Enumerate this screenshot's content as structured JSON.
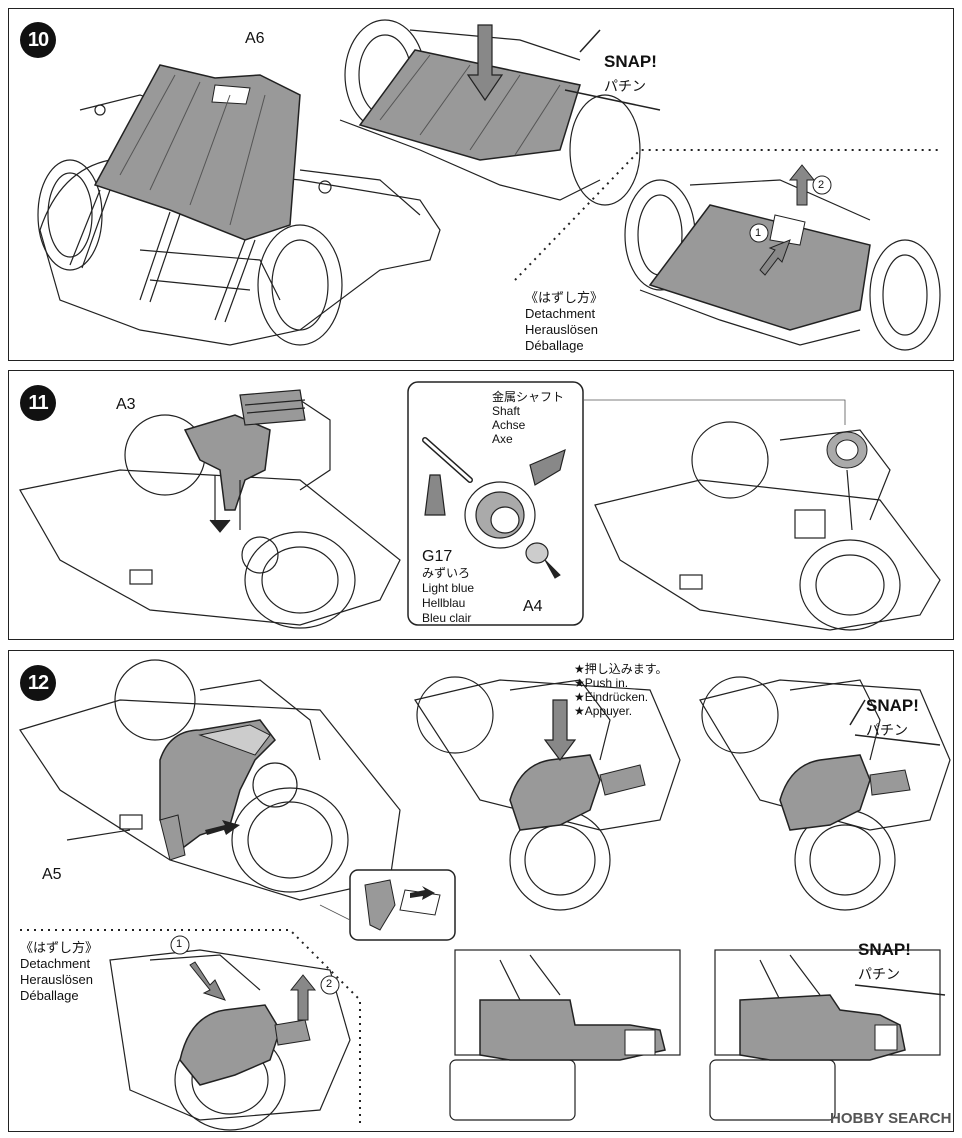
{
  "step10": {
    "number": "10",
    "part": "A6",
    "snap": "SNAP!",
    "snap_jp": "パチン",
    "detach": [
      "《はずし方》",
      "Detachment",
      "Herauslösen",
      "Déballage"
    ],
    "arrow1": "1",
    "arrow2": "2"
  },
  "step11": {
    "number": "11",
    "part_a3": "A3",
    "part_a4": "A4",
    "shaft": [
      "金属シャフト",
      "Shaft",
      "Achse",
      "Axe"
    ],
    "gear": "G17",
    "color": [
      "みずいろ",
      "Light blue",
      "Hellblau",
      "Bleu clair"
    ]
  },
  "step12": {
    "number": "12",
    "part": "A5",
    "push": [
      "★押し込みます。",
      "★Push in.",
      "★Eindrücken.",
      "★Appuyer."
    ],
    "snap_a": "SNAP!",
    "snap_a_jp": "パチン",
    "snap_b": "SNAP!",
    "snap_b_jp": "パチン",
    "detach": [
      "《はずし方》",
      "Detachment",
      "Herauslösen",
      "Déballage"
    ],
    "arrow1": "1",
    "arrow2": "2"
  },
  "watermark": "HOBBY SEARCH"
}
